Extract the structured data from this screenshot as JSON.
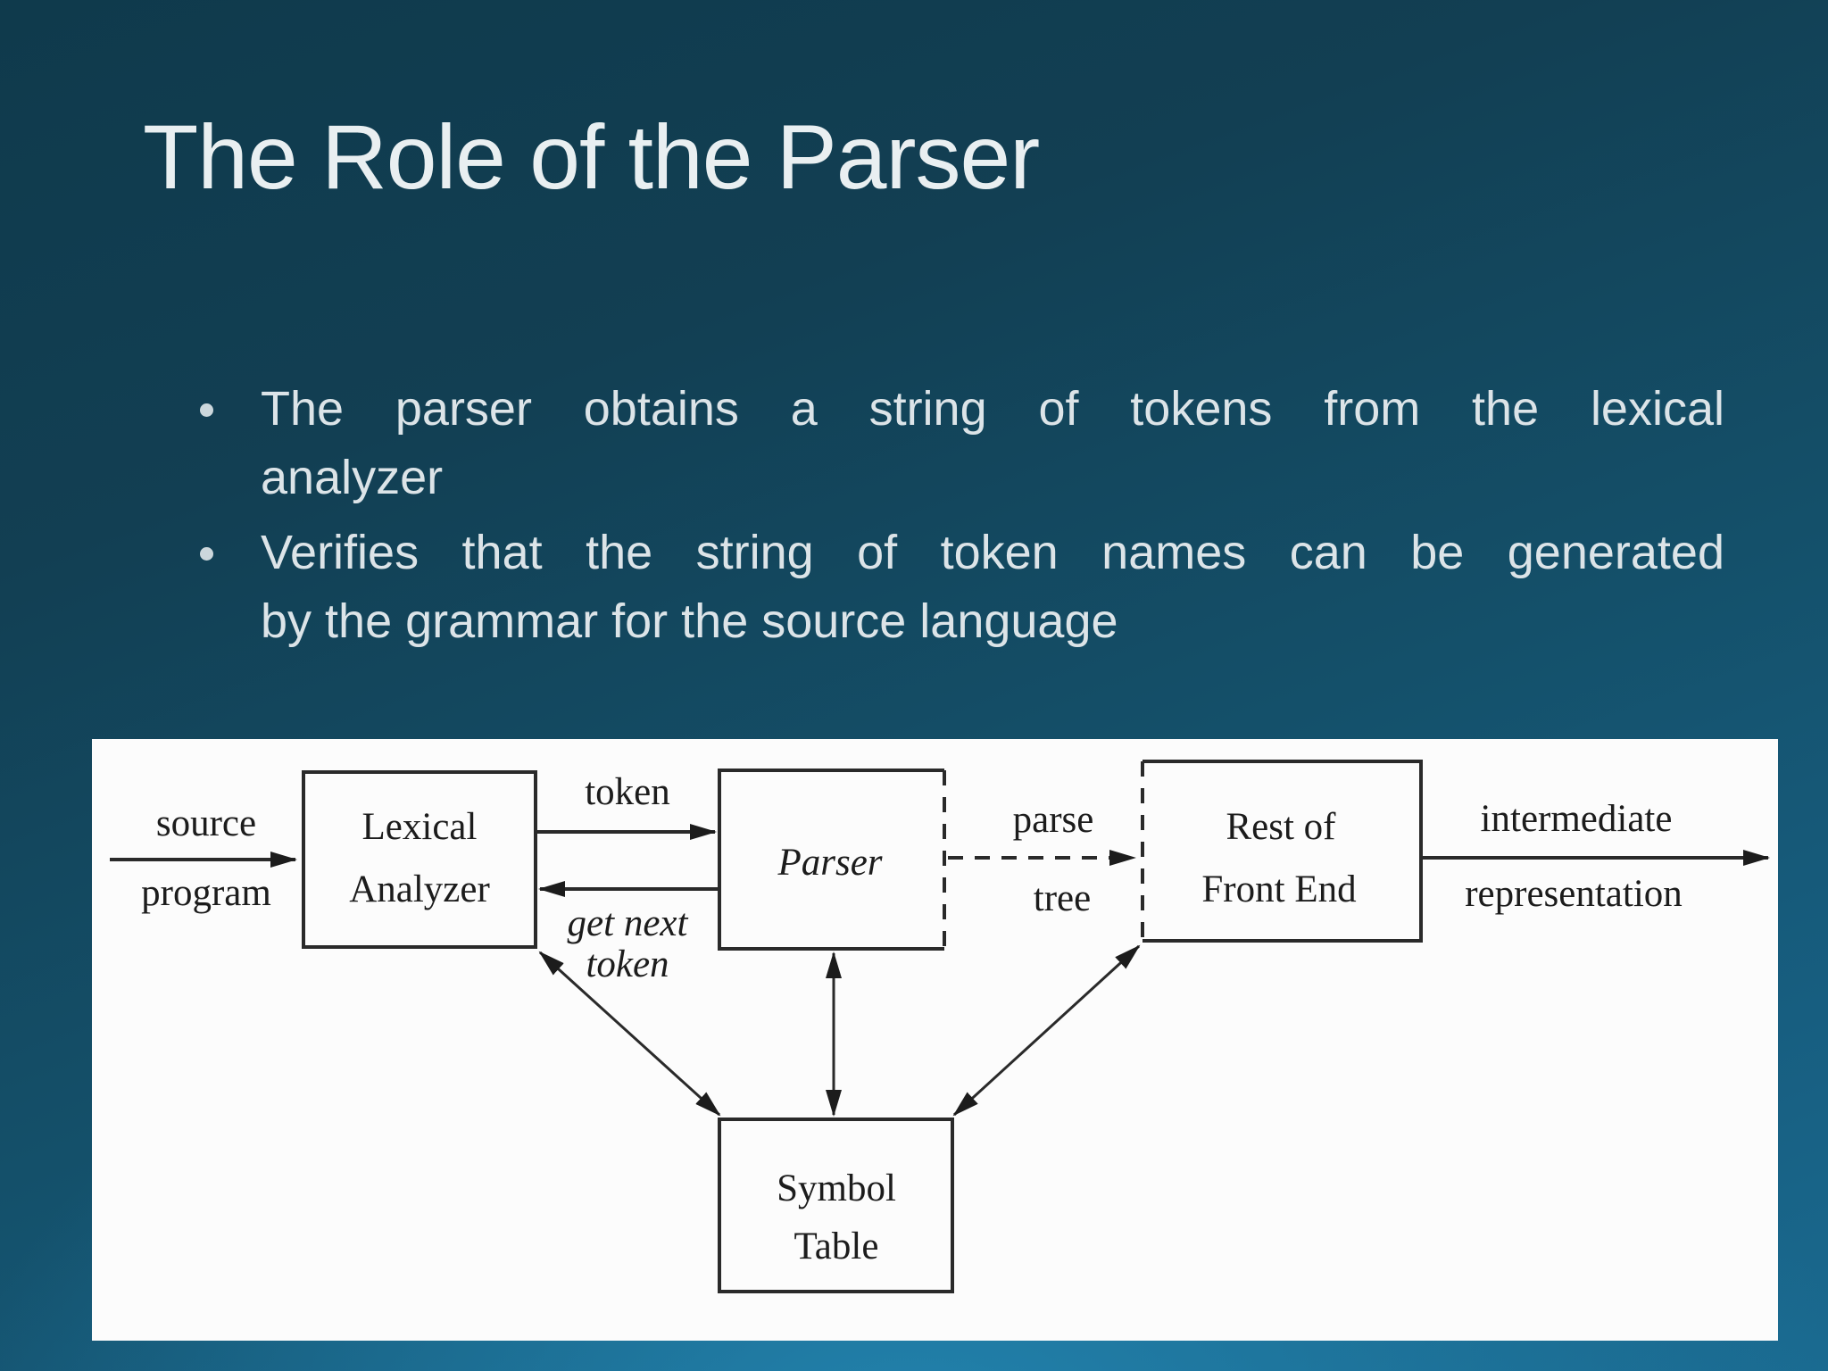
{
  "slide": {
    "title": "The Role of the Parser",
    "bullets": [
      {
        "lines": [
          "The parser obtains a string of tokens from the lexical",
          "analyzer"
        ]
      },
      {
        "lines": [
          "Verifies that the string of token names can be generated",
          "by the grammar for the source language"
        ]
      }
    ]
  },
  "figure": {
    "io_left": {
      "line1": "source",
      "line2": "program"
    },
    "box_lexical": {
      "line1": "Lexical",
      "line2": "Analyzer"
    },
    "arrow_token": {
      "label": "token"
    },
    "arrow_get_next": {
      "line1": "get next",
      "line2": "token"
    },
    "box_parser": {
      "label": "Parser"
    },
    "arrow_parse": {
      "line1": "parse",
      "line2": "tree"
    },
    "box_rest": {
      "line1": "Rest of",
      "line2": "Front End"
    },
    "io_right": {
      "line1": "intermediate",
      "line2": "representation"
    },
    "box_symbol": {
      "line1": "Symbol",
      "line2": "Table"
    }
  },
  "colors": {
    "background_top": "#0f3a4c",
    "background_bottom": "#1e7aa4",
    "title_text": "#e9eff1",
    "body_text": "#dce4e8",
    "figure_background": "#fcfcfc",
    "figure_ink": "#1c1c1c"
  }
}
